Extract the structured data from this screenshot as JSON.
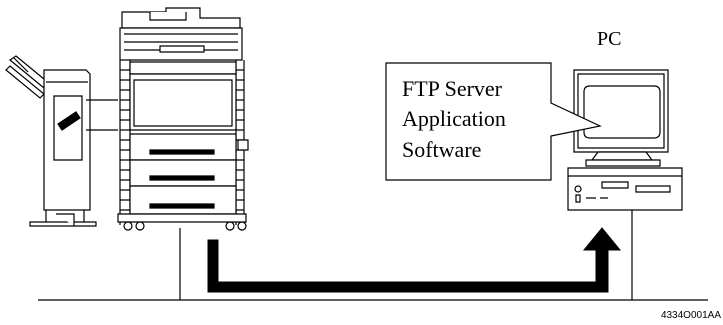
{
  "pc": {
    "label": "PC"
  },
  "callout": {
    "lines": [
      "FTP Server",
      "Application",
      "Software"
    ]
  },
  "figure_code": "4334O001AA"
}
